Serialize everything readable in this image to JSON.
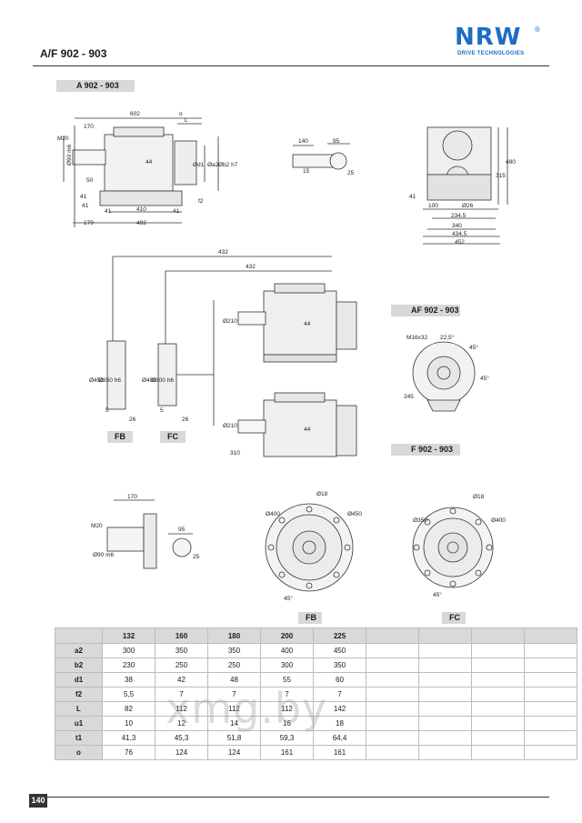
{
  "header": {
    "title": "A/F 902 - 903",
    "logo_text": "NRW",
    "logo_registered": "®",
    "logo_tagline": "DRIVE TECHNOLOGIES"
  },
  "sections": {
    "a_label": "A 902 - 903",
    "af_label": "AF 902 - 903",
    "f_label": "F 902 - 903",
    "fb_label": "FB",
    "fc_label": "FC",
    "fb_bottom_label": "FB",
    "fc_bottom_label": "FC"
  },
  "dimensions": {
    "d602": "602",
    "do": "o",
    "dL": "L",
    "d170": "170",
    "dM20": "M20",
    "d90m6": "Ø90 m6",
    "d50": "50",
    "d41a": "41",
    "d44": "44",
    "dd1": "Ød1",
    "da2": "Øa2",
    "db2": "Øb2 h7",
    "df2": "f2",
    "d41b": "41",
    "d410": "410",
    "d41c": "41",
    "d41d": "41",
    "d179": "179",
    "d492": "492",
    "d140": "140",
    "d95": "95",
    "d15": "15",
    "d25": "25",
    "d41e": "41",
    "d100": "100",
    "d26": "Ø26",
    "d2345": "234,5",
    "d340": "340",
    "d4345": "434,5",
    "d452": "452",
    "d315": "315",
    "d480": "480",
    "d432a": "432",
    "d432b": "432",
    "d210a": "Ø210",
    "d44b": "44",
    "d450": "Ø450",
    "d350": "Ø350 h6",
    "d400": "Ø400",
    "d300": "Ø300 h6",
    "d5a": "5",
    "d26a": "26",
    "d5b": "5",
    "d26b": "26",
    "d210b": "Ø210",
    "d44c": "44",
    "d310": "310",
    "dM16": "M16x32",
    "d225": "22,5°",
    "d45a": "45°",
    "d45b": "45°",
    "d245": "245",
    "d170b": "170",
    "dM20b": "M20",
    "d90b": "Ø90 m6",
    "d95b": "95",
    "d25b": "25",
    "d18a": "Ø18",
    "d400b": "Ø400",
    "d450b": "Ø450",
    "d45c": "45°",
    "d18b": "Ø18",
    "d350b": "Ø350",
    "d400c": "Ø400",
    "d45d": "45°"
  },
  "spec_table": {
    "columns": [
      "",
      "132",
      "160",
      "180",
      "200",
      "225",
      "",
      "",
      "",
      ""
    ],
    "rows": [
      {
        "label": "a2",
        "values": [
          "300",
          "350",
          "350",
          "400",
          "450",
          "",
          "",
          "",
          ""
        ]
      },
      {
        "label": "b2",
        "values": [
          "230",
          "250",
          "250",
          "300",
          "350",
          "",
          "",
          "",
          ""
        ]
      },
      {
        "label": "d1",
        "values": [
          "38",
          "42",
          "48",
          "55",
          "60",
          "",
          "",
          "",
          ""
        ]
      },
      {
        "label": "f2",
        "values": [
          "5,5",
          "7",
          "7",
          "7",
          "7",
          "",
          "",
          "",
          ""
        ]
      },
      {
        "label": "L",
        "values": [
          "82",
          "112",
          "112",
          "112",
          "142",
          "",
          "",
          "",
          ""
        ]
      },
      {
        "label": "u1",
        "values": [
          "10",
          "12",
          "14",
          "16",
          "18",
          "",
          "",
          "",
          ""
        ]
      },
      {
        "label": "t1",
        "values": [
          "41,3",
          "45,3",
          "51,8",
          "59,3",
          "64,4",
          "",
          "",
          "",
          ""
        ]
      },
      {
        "label": "o",
        "values": [
          "76",
          "124",
          "124",
          "161",
          "161",
          "",
          "",
          "",
          ""
        ]
      }
    ]
  },
  "watermark": "xmg.by",
  "footer": {
    "page_number": "140"
  }
}
